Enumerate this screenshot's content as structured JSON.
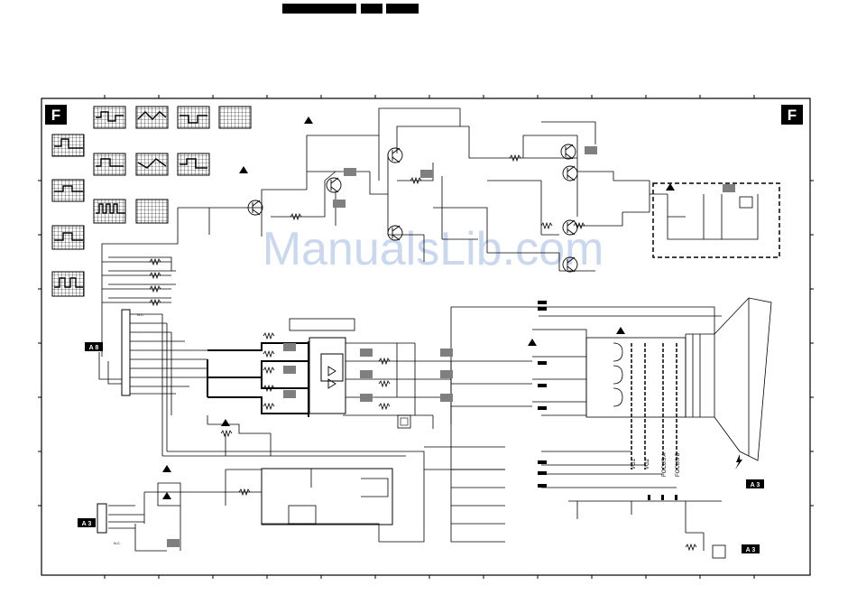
{
  "sheet": {
    "panel_letter": "F",
    "watermark": "ManualsLib.com"
  },
  "connectors": {
    "a8_label": "A 8",
    "a3_left_label": "A 3",
    "a3_right_label": "A 3",
    "a3_bottom_right_label": "A 3"
  },
  "crt": {
    "labels": [
      "VG1",
      "VG2",
      "FOCUS A",
      "FOCUS B"
    ]
  },
  "misc": {
    "nc_top": "N.C.",
    "nc_bottom": "N.C."
  },
  "colors": {
    "line": "#000000",
    "watermark": "#b7c9ea",
    "label_box": "#7f7f7f",
    "panel_bg": "#000000"
  },
  "icons": [
    "warning-triangle-icon",
    "lightning-icon",
    "transistor-symbol",
    "oscilloscope-waveform"
  ]
}
